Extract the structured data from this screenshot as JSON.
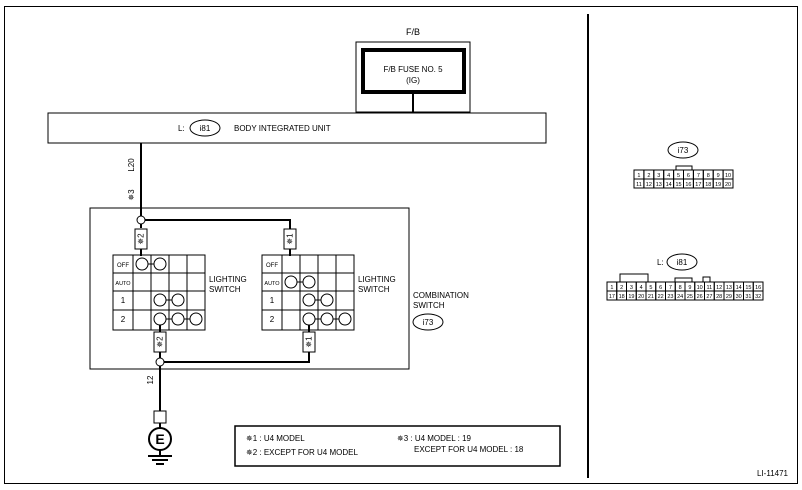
{
  "fuse_block": {
    "label": "F/B",
    "fuse_line1": "F/B FUSE NO. 5",
    "fuse_line2": "(IG)"
  },
  "body_unit": {
    "prefix": "L:",
    "connector": "i81",
    "name": "BODY INTEGRATED UNIT"
  },
  "wire_top": "L20",
  "wire_top_note": "✵3",
  "wire_bottom": "12",
  "switch_unit": {
    "label_line1": "COMBINATION",
    "label_line2": "SWITCH",
    "connector": "i73"
  },
  "left_switch": {
    "label_line1": "LIGHTING",
    "label_line2": "SWITCH",
    "top_tag": "✵2",
    "bottom_tag": "✵2"
  },
  "right_switch": {
    "label_line1": "LIGHTING",
    "label_line2": "SWITCH",
    "top_tag": "✵1",
    "bottom_tag": "✵1"
  },
  "switch_rows": [
    "OFF",
    "AUTO",
    "1",
    "2"
  ],
  "ground": {
    "label": "E"
  },
  "notes": {
    "n1": "✵1 : U4 MODEL",
    "n2": "✵2 : EXCEPT FOR U4 MODEL",
    "n3a": "✵3 : U4 MODEL : 19",
    "n3b": "EXCEPT FOR U4 MODEL : 18"
  },
  "connector_i73": {
    "label": "i73",
    "row1": [
      "1",
      "2",
      "3",
      "4",
      "5",
      "6",
      "7",
      "8",
      "9",
      "10"
    ],
    "row2": [
      "11",
      "12",
      "13",
      "14",
      "15",
      "16",
      "17",
      "18",
      "19",
      "20"
    ]
  },
  "connector_i81": {
    "prefix": "L:",
    "label": "i81",
    "row1": [
      "1",
      "2",
      "3",
      "4",
      "5",
      "6",
      "7",
      "8",
      "9",
      "10",
      "11",
      "12",
      "13",
      "14",
      "15",
      "16"
    ],
    "row2": [
      "17",
      "18",
      "19",
      "20",
      "21",
      "22",
      "23",
      "24",
      "25",
      "26",
      "27",
      "28",
      "29",
      "30",
      "31",
      "32"
    ]
  },
  "figure_id": "LI-11471"
}
